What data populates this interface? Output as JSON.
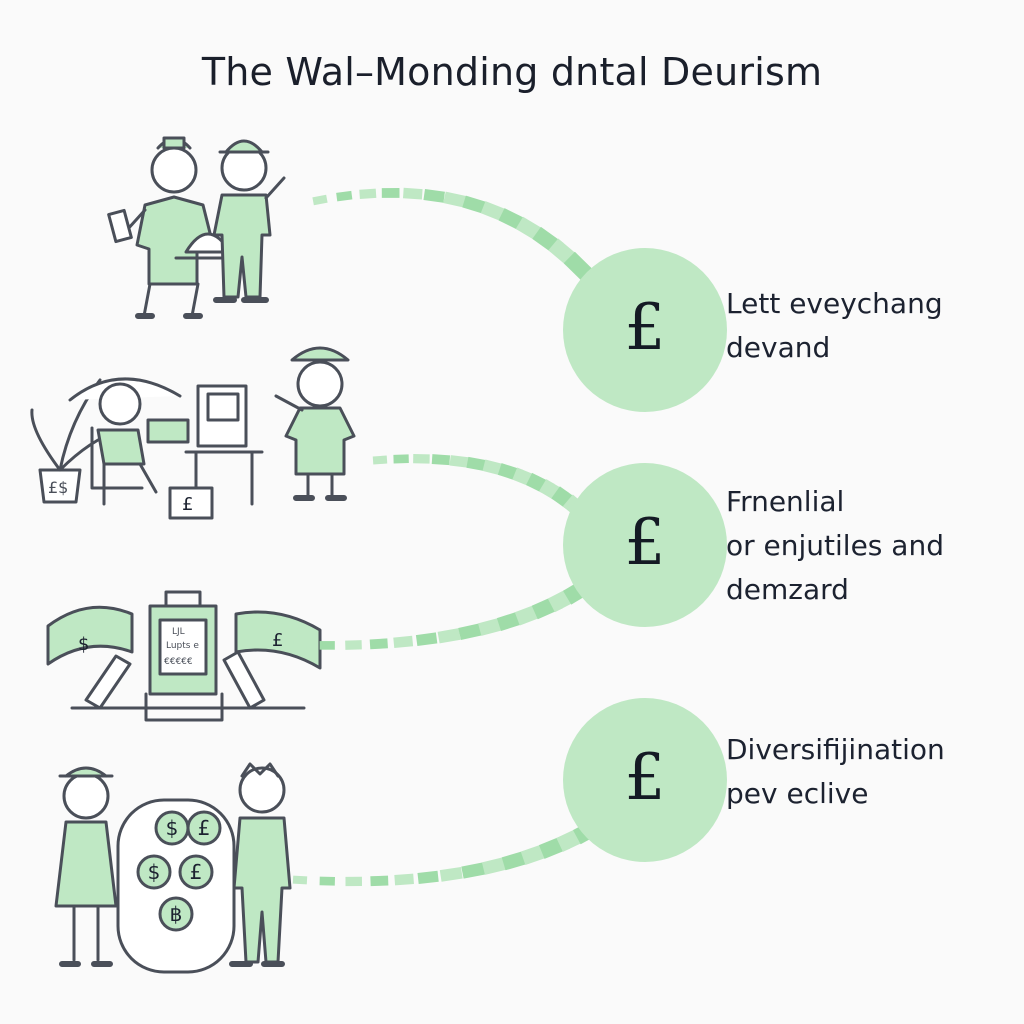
{
  "title": "The Wal–Monding dntal Deurism",
  "colors": {
    "accent": "#bfe8c4",
    "accent_dark": "#9fdca8",
    "ink": "#1c2230",
    "line": "#4a4f59"
  },
  "steps": [
    {
      "symbol": "£",
      "icon": "pound-sign-icon",
      "lines": [
        "Lett eveychang",
        "devand"
      ]
    },
    {
      "symbol": "£",
      "icon": "pound-sign-icon",
      "lines": [
        "Frnenlial",
        "or enjutiles and",
        "demzard"
      ]
    },
    {
      "symbol": "£",
      "icon": "pound-sign-icon",
      "lines": [
        "Diversifijination",
        "pev eclive"
      ]
    }
  ],
  "illustrations": [
    {
      "name": "people-trading-illustration",
      "note_text": ""
    },
    {
      "name": "office-desk-illustration",
      "sign_text": "£",
      "plant_text": "£$"
    },
    {
      "name": "banknotes-and-safe-illustration",
      "left_note": "$",
      "right_note": "£",
      "safe_text": [
        "LJL",
        "Lupts e",
        "€€€€€"
      ]
    },
    {
      "name": "coins-pool-illustration",
      "coins": [
        "$",
        "£",
        "$",
        "£",
        "฿"
      ]
    }
  ]
}
